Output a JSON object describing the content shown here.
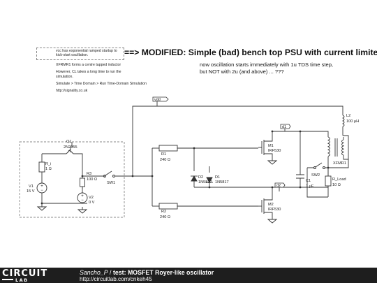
{
  "notes": {
    "vcc_ramp": "vcc has exponential ramped startup to kick-start oscillation.",
    "xfrmr": "XFRMR1 forms a centre tapped inductor",
    "cl_note": "However, CL takes a long time to run the simulation.",
    "menu_path": "Simulate > Time Domain > Run Time-Domain Simulation",
    "site": "http://signality.co.uk"
  },
  "headline": "==> MODIFIED:  Simple (bad) bench top PSU with current limiter,",
  "subline1": "now oscillation starts immediately with 1u TDS time step,",
  "subline2": "but NOT with 2u (and above) ... ???",
  "nets": {
    "vdd": "vdd",
    "d1": "d1",
    "d2": "d2"
  },
  "components": {
    "q1": {
      "name": "Q1",
      "value": "2N2955"
    },
    "r1_small": {
      "name": "R_i",
      "value": "1 Ω"
    },
    "r3": {
      "name": "R3",
      "value": "100 Ω"
    },
    "v1": {
      "name": "V1",
      "value": "15 V"
    },
    "v2": {
      "name": "V2",
      "value": "0 V"
    },
    "sw1": {
      "name": "SW1"
    },
    "r1": {
      "name": "R1",
      "value": "240 Ω"
    },
    "r2": {
      "name": "R2",
      "value": "240 Ω"
    },
    "d2": {
      "name": "D2",
      "value": "1N5817"
    },
    "d1": {
      "name": "D1",
      "value": "1N5817"
    },
    "m1": {
      "name": "M1",
      "value": "IRF530"
    },
    "m2": {
      "name": "M2",
      "value": "IRF530"
    },
    "c1": {
      "name": "C1",
      "value": "1 µF"
    },
    "sw2": {
      "name": "SW2"
    },
    "rload": {
      "name": "R_Load",
      "value": "10 Ω"
    },
    "l2": {
      "name": "L2",
      "value": "100 µH"
    },
    "xfmr1": {
      "name": "XFMR1"
    }
  },
  "footer": {
    "logo_top": "CIRCUIT",
    "logo_bottom": "LAB",
    "author": "Sancho_P",
    "separator": " / ",
    "title": "test: MOSFET Royer-like oscillator",
    "url": "http://circuitlab.com/cnkeh45"
  }
}
